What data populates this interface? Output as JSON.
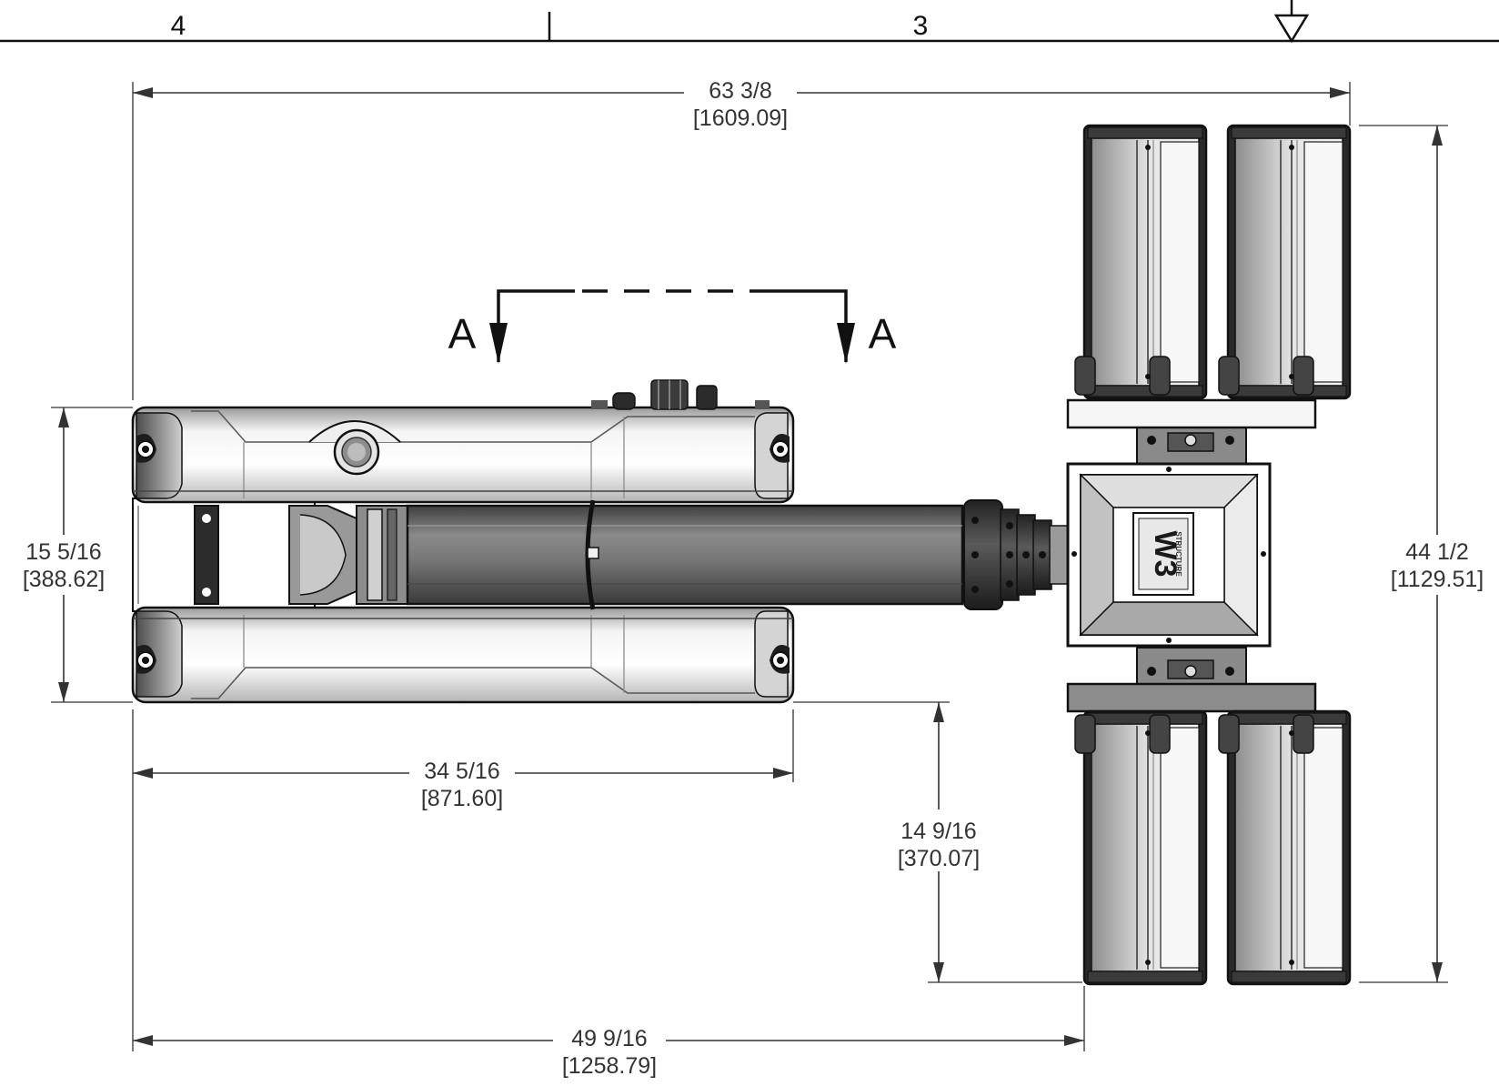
{
  "zones": {
    "left": "4",
    "right": "3"
  },
  "section": {
    "left_label": "A",
    "right_label": "A"
  },
  "logo": {
    "text": "W3",
    "subtext": "STRUCTURE"
  },
  "dimensions": {
    "overall_length": {
      "imperial": "63 3/8",
      "metric": "[1609.09]"
    },
    "overall_width": {
      "imperial": "44 1/2",
      "metric": "[1129.51]"
    },
    "base_width": {
      "imperial": "15 5/16",
      "metric": "[388.62]"
    },
    "base_length": {
      "imperial": "34 5/16",
      "metric": "[871.60]"
    },
    "head_offset": {
      "imperial": "14 9/16",
      "metric": "[370.07]"
    },
    "base_to_light": {
      "imperial": "49 9/16",
      "metric": "[1258.79]"
    }
  },
  "colors": {
    "line": "#111111",
    "dim": "#333333",
    "body_light": "#f2f2f2",
    "body_mid": "#bdbdbd",
    "body_dark": "#7a7a7a",
    "boom": "#6d6d6d"
  }
}
